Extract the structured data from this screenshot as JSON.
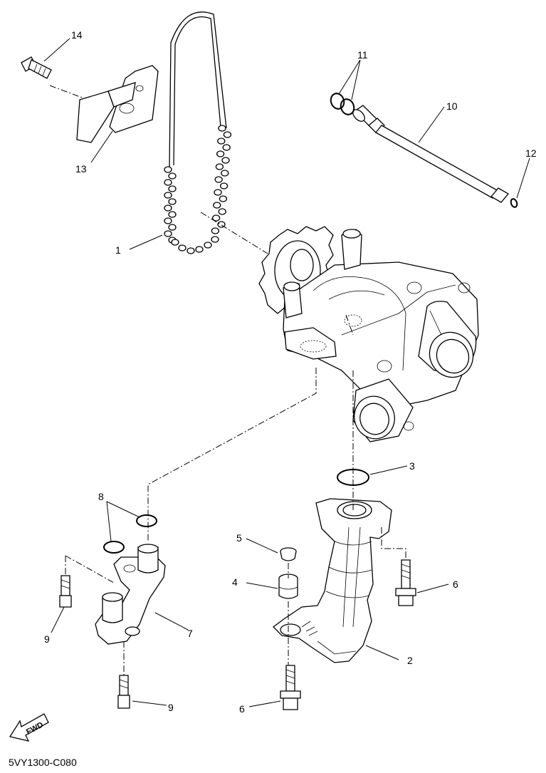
{
  "diagram": {
    "code": "5VY1300-C080",
    "fwd_label": "FWD",
    "callouts": {
      "c1": "1",
      "c2": "2",
      "c3": "3",
      "c4": "4",
      "c5": "5",
      "c6a": "6",
      "c6b": "6",
      "c7": "7",
      "c8": "8",
      "c9a": "9",
      "c9b": "9",
      "c10": "10",
      "c11": "11",
      "c12": "12",
      "c13": "13",
      "c14": "14"
    }
  }
}
